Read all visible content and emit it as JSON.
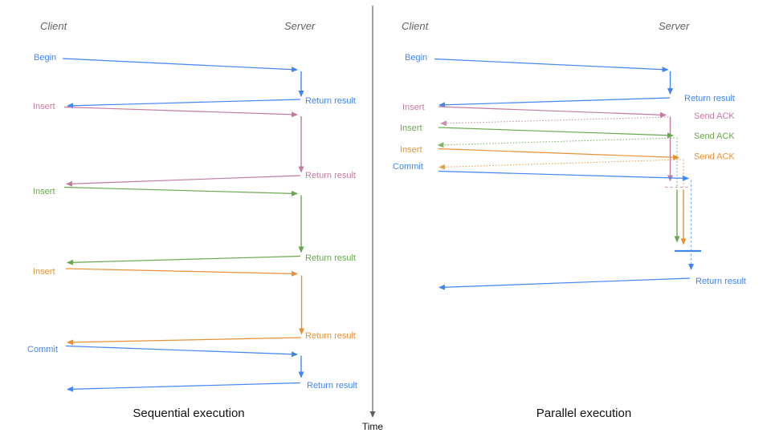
{
  "colors": {
    "blue": "#4285f4",
    "pink": "#c27ba0",
    "green": "#6aa84f",
    "orange": "#e69138",
    "blue_light": "#8ab4f8",
    "pink_light": "#d5a6bd",
    "green_light": "#93c47d",
    "orange_light": "#f6b26b",
    "axis": "#5f6368",
    "heading": "#5f6368",
    "title": "#111111"
  },
  "time_axis": {
    "label": "Time"
  },
  "left": {
    "title": "Sequential execution",
    "client": "Client",
    "server": "Server",
    "steps": [
      {
        "request": "Begin",
        "response": "Return result"
      },
      {
        "request": "Insert",
        "response": "Return result"
      },
      {
        "request": "Insert",
        "response": "Return result"
      },
      {
        "request": "Insert",
        "response": "Return result"
      },
      {
        "request": "Commit",
        "response": "Return result"
      }
    ]
  },
  "right": {
    "title": "Parallel execution",
    "client": "Client",
    "server": "Server",
    "steps": [
      {
        "request": "Begin",
        "response": "Return result"
      },
      {
        "request": "Insert",
        "response": "Send ACK"
      },
      {
        "request": "Insert",
        "response": "Send ACK"
      },
      {
        "request": "Insert",
        "response": "Send ACK"
      },
      {
        "request": "Commit",
        "response": "Return result"
      }
    ]
  }
}
